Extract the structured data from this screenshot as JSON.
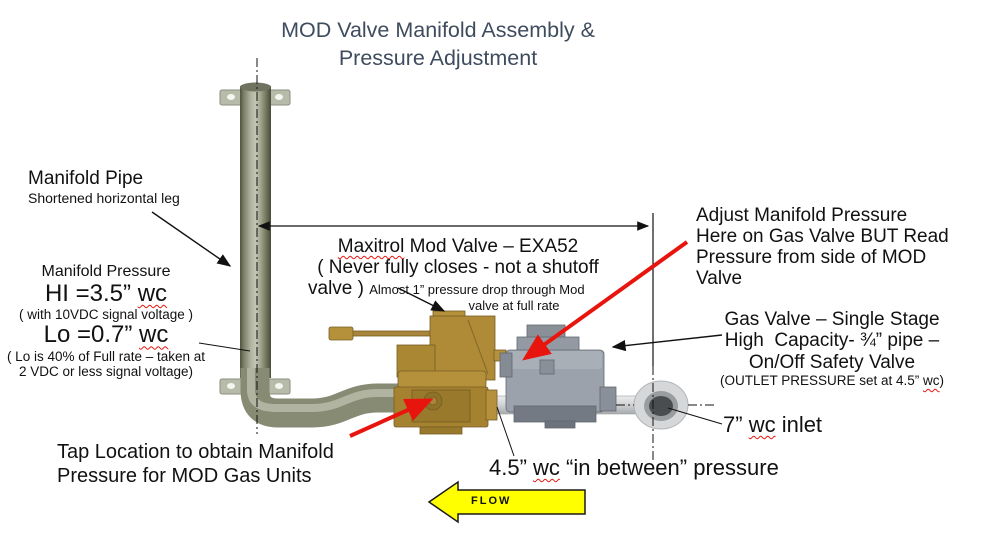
{
  "title": {
    "line1": "MOD Valve Manifold Assembly &",
    "line2": "Pressure Adjustment"
  },
  "labels": {
    "manifold_pipe": {
      "heading": "Manifold Pipe",
      "sub": "Shortened horizontal leg"
    },
    "manifold_pressure": {
      "heading": "Manifold Pressure",
      "hi_pre": "HI =3.5” ",
      "hi_wavy": "wc",
      "hi_note": "( with 10VDC signal voltage )",
      "lo_pre": "Lo =0.7” ",
      "lo_wavy": "wc",
      "lo_note1": "( Lo is 40% of Full rate – taken at",
      "lo_note2": "2 VDC or less signal voltage)"
    },
    "mod_valve": {
      "title_wavy": "Maxitrol",
      "title_rest": " Mod Valve – EXA52",
      "line2": "( Never fully closes - not a shutoff",
      "line3_big": "valve )",
      "line3_small": "Almost 1” pressure drop through Mod",
      "line4_small": "valve at full rate"
    },
    "adjust": {
      "line1": "Adjust Manifold Pressure",
      "line2": "Here on Gas Valve BUT Read",
      "line3": "Pressure from side of MOD",
      "line4": "Valve"
    },
    "gas_valve": {
      "line1": "Gas Valve – Single Stage",
      "line2": "High  Capacity- ¾” pipe –",
      "line3": "On/Off Safety Valve",
      "line4_pre": "(OUTLET PRESSURE set at 4.5” ",
      "line4_wavy": "wc",
      "line4_post": ")"
    },
    "inlet": {
      "pre": "7” ",
      "wavy": "wc",
      "post": " inlet"
    },
    "between": {
      "pre": "4.5” ",
      "wavy": "wc",
      "post": " “in between” pressure"
    },
    "tap": {
      "line1": "Tap Location to obtain Manifold",
      "line2": "Pressure for MOD Gas Units"
    },
    "flow": "FLOW"
  },
  "colors": {
    "title_text": "#3e4c5e",
    "accent_red": "#e8150f",
    "flow_yellow": "#ffff00",
    "brass": "#b5913c",
    "valve_gray": "#9ba2ab",
    "pipe_olive": "#878b74"
  }
}
